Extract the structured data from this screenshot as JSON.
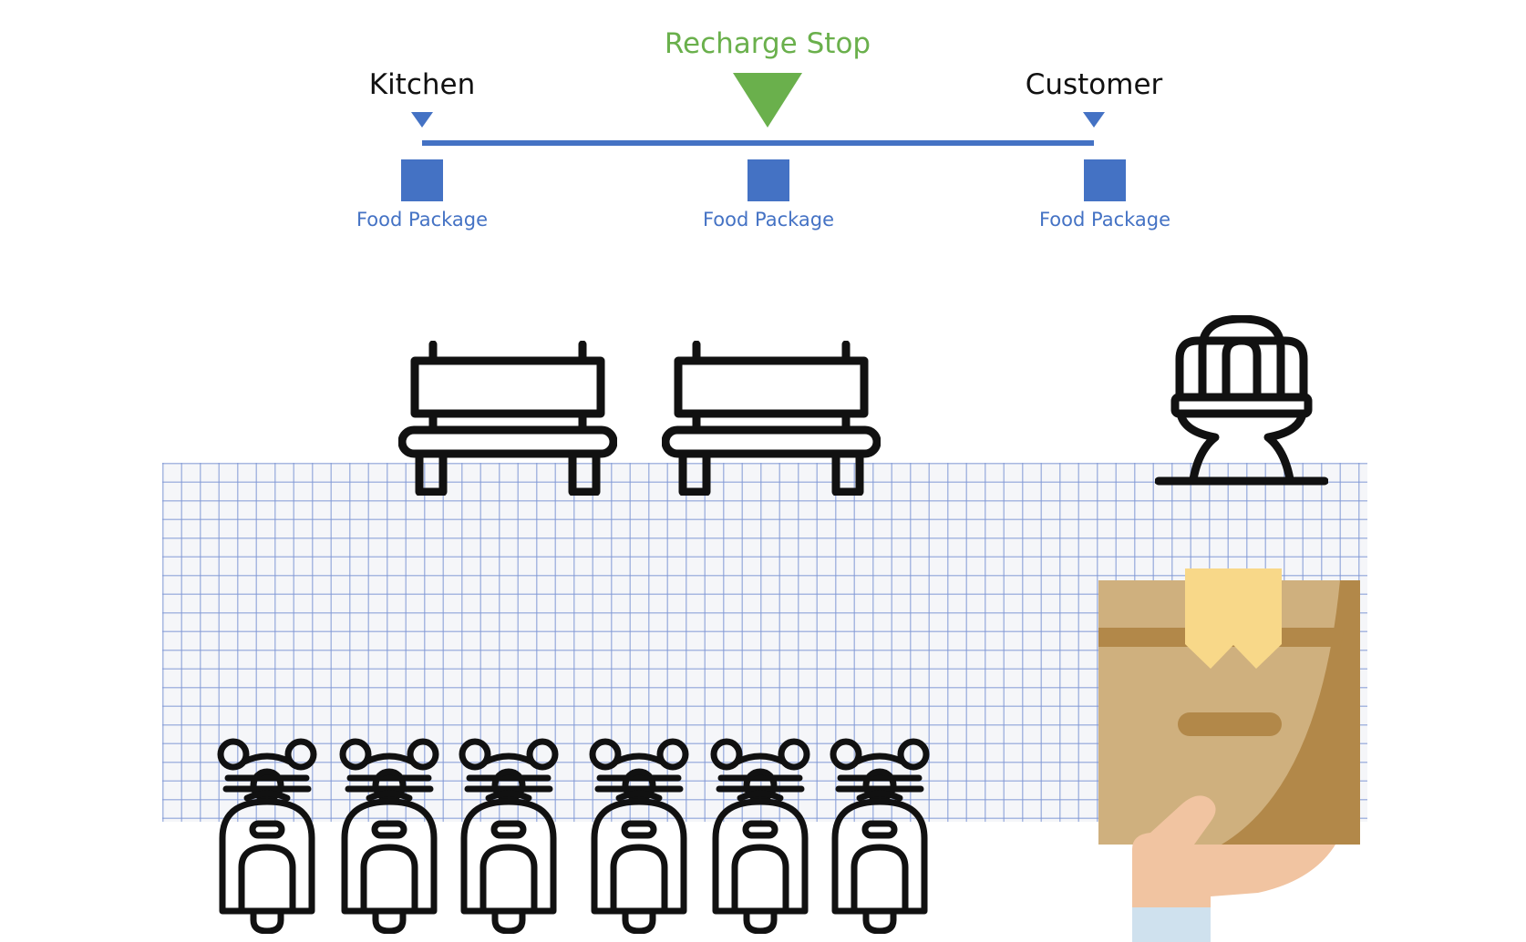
{
  "route": {
    "stops": [
      {
        "label": "Kitchen"
      },
      {
        "label": "Customer"
      }
    ],
    "recharge_label": "Recharge Stop",
    "packages": [
      {
        "label": "Food Package"
      },
      {
        "label": "Food Package"
      },
      {
        "label": "Food Package"
      }
    ]
  },
  "icons": {
    "benches": [
      "bench-icon",
      "bench-icon"
    ],
    "toilet": "toilet-icon",
    "scooters": [
      "scooter-icon",
      "scooter-icon",
      "scooter-icon",
      "scooter-icon",
      "scooter-icon",
      "scooter-icon"
    ],
    "delivery": "hand-holding-box-icon",
    "background": "graph-paper"
  },
  "colors": {
    "route_blue": "#4472c4",
    "recharge_green": "#6ab04c",
    "box_light": "#cfb07e",
    "box_dark": "#b28849",
    "tape": "#f8d889",
    "skin": "#f1c4a1",
    "sleeve": "#cfe1ee"
  }
}
